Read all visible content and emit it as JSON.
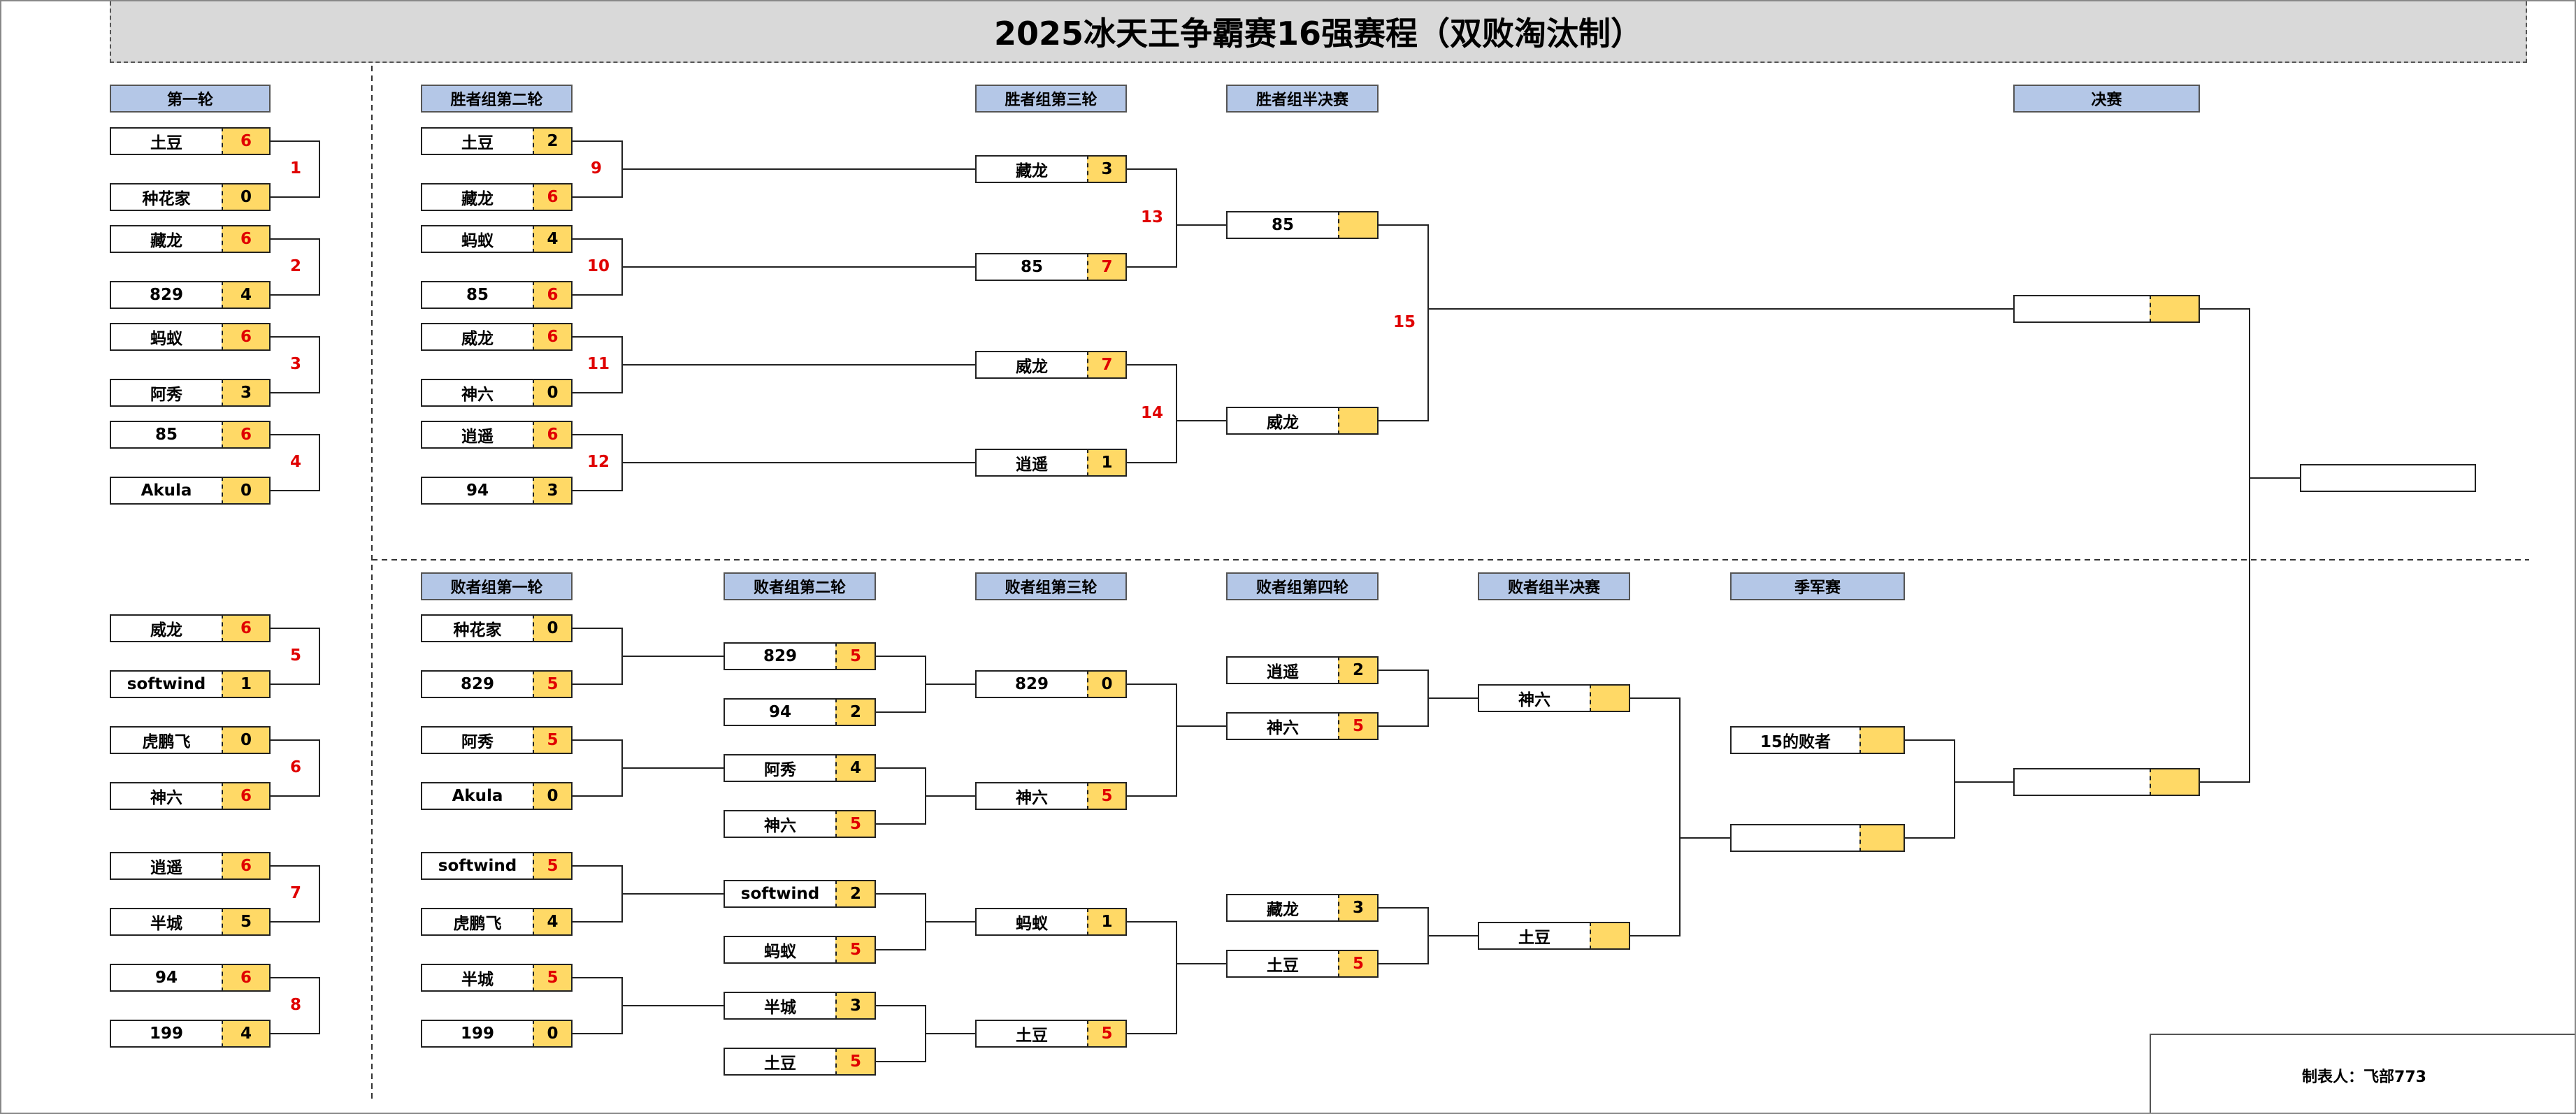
{
  "title": "2025冰天王争霸赛16强赛程（双败淘汰制）",
  "credit": "制表人：飞部773",
  "headers": {
    "r1": "第一轮",
    "wr2": "胜者组第二轮",
    "wr3": "胜者组第三轮",
    "wsf": "胜者组半决赛",
    "final": "决赛",
    "lr1": "败者组第一轮",
    "lr2": "败者组第二轮",
    "lr3": "败者组第三轮",
    "lr4": "败者组第四轮",
    "lsf": "败者组半决赛",
    "third": "季军赛"
  },
  "slots": [
    {
      "id": "r1_1a",
      "name": "土豆",
      "score": "6",
      "win": true
    },
    {
      "id": "r1_1b",
      "name": "种花家",
      "score": "0",
      "win": false
    },
    {
      "id": "r1_2a",
      "name": "藏龙",
      "score": "6",
      "win": true
    },
    {
      "id": "r1_2b",
      "name": "829",
      "score": "4",
      "win": false
    },
    {
      "id": "r1_3a",
      "name": "蚂蚁",
      "score": "6",
      "win": true
    },
    {
      "id": "r1_3b",
      "name": "阿秀",
      "score": "3",
      "win": false
    },
    {
      "id": "r1_4a",
      "name": "85",
      "score": "6",
      "win": true
    },
    {
      "id": "r1_4b",
      "name": "Akula",
      "score": "0",
      "win": false
    },
    {
      "id": "r1_5a",
      "name": "威龙",
      "score": "6",
      "win": true
    },
    {
      "id": "r1_5b",
      "name": "softwind",
      "score": "1",
      "win": false
    },
    {
      "id": "r1_6a",
      "name": "虎鹏飞",
      "score": "0",
      "win": false
    },
    {
      "id": "r1_6b",
      "name": "神六",
      "score": "6",
      "win": true
    },
    {
      "id": "r1_7a",
      "name": "逍遥",
      "score": "6",
      "win": true
    },
    {
      "id": "r1_7b",
      "name": "半城",
      "score": "5",
      "win": false
    },
    {
      "id": "r1_8a",
      "name": "94",
      "score": "6",
      "win": true
    },
    {
      "id": "r1_8b",
      "name": "199",
      "score": "4",
      "win": false
    },
    {
      "id": "wr2_9a",
      "name": "土豆",
      "score": "2",
      "win": false
    },
    {
      "id": "wr2_9b",
      "name": "藏龙",
      "score": "6",
      "win": true
    },
    {
      "id": "wr2_10a",
      "name": "蚂蚁",
      "score": "4",
      "win": false
    },
    {
      "id": "wr2_10b",
      "name": "85",
      "score": "6",
      "win": true
    },
    {
      "id": "wr2_11a",
      "name": "威龙",
      "score": "6",
      "win": true
    },
    {
      "id": "wr2_11b",
      "name": "神六",
      "score": "0",
      "win": false
    },
    {
      "id": "wr2_12a",
      "name": "逍遥",
      "score": "6",
      "win": true
    },
    {
      "id": "wr2_12b",
      "name": "94",
      "score": "3",
      "win": false
    },
    {
      "id": "wr3_13a",
      "name": "藏龙",
      "score": "3",
      "win": false
    },
    {
      "id": "wr3_13b",
      "name": "85",
      "score": "7",
      "win": true
    },
    {
      "id": "wr3_14a",
      "name": "威龙",
      "score": "7",
      "win": true
    },
    {
      "id": "wr3_14b",
      "name": "逍遥",
      "score": "1",
      "win": false
    },
    {
      "id": "wsf_a",
      "name": "85",
      "score": "",
      "win": false
    },
    {
      "id": "wsf_b",
      "name": "威龙",
      "score": "",
      "win": false
    },
    {
      "id": "final_a",
      "name": "",
      "score": "",
      "win": false
    },
    {
      "id": "final_b",
      "name": "",
      "score": "",
      "win": false
    },
    {
      "id": "lr1_1a",
      "name": "种花家",
      "score": "0",
      "win": false
    },
    {
      "id": "lr1_1b",
      "name": "829",
      "score": "5",
      "win": true
    },
    {
      "id": "lr1_2a",
      "name": "阿秀",
      "score": "5",
      "win": true
    },
    {
      "id": "lr1_2b",
      "name": "Akula",
      "score": "0",
      "win": false
    },
    {
      "id": "lr1_3a",
      "name": "softwind",
      "score": "5",
      "win": true
    },
    {
      "id": "lr1_3b",
      "name": "虎鹏飞",
      "score": "4",
      "win": false
    },
    {
      "id": "lr1_4a",
      "name": "半城",
      "score": "5",
      "win": true
    },
    {
      "id": "lr1_4b",
      "name": "199",
      "score": "0",
      "win": false
    },
    {
      "id": "lr2_1a",
      "name": "829",
      "score": "5",
      "win": true
    },
    {
      "id": "lr2_1b",
      "name": "94",
      "score": "2",
      "win": false
    },
    {
      "id": "lr2_2a",
      "name": "阿秀",
      "score": "4",
      "win": false
    },
    {
      "id": "lr2_2b",
      "name": "神六",
      "score": "5",
      "win": true
    },
    {
      "id": "lr2_3a",
      "name": "softwind",
      "score": "2",
      "win": false
    },
    {
      "id": "lr2_3b",
      "name": "蚂蚁",
      "score": "5",
      "win": true
    },
    {
      "id": "lr2_4a",
      "name": "半城",
      "score": "3",
      "win": false
    },
    {
      "id": "lr2_4b",
      "name": "土豆",
      "score": "5",
      "win": true
    },
    {
      "id": "lr3_1a",
      "name": "829",
      "score": "0",
      "win": false
    },
    {
      "id": "lr3_1b",
      "name": "神六",
      "score": "5",
      "win": true
    },
    {
      "id": "lr3_2a",
      "name": "蚂蚁",
      "score": "1",
      "win": false
    },
    {
      "id": "lr3_2b",
      "name": "土豆",
      "score": "5",
      "win": true
    },
    {
      "id": "lr4_1a",
      "name": "逍遥",
      "score": "2",
      "win": false
    },
    {
      "id": "lr4_1b",
      "name": "神六",
      "score": "5",
      "win": true
    },
    {
      "id": "lr4_2a",
      "name": "藏龙",
      "score": "3",
      "win": false
    },
    {
      "id": "lr4_2b",
      "name": "土豆",
      "score": "5",
      "win": true
    },
    {
      "id": "lsf_a",
      "name": "神六",
      "score": "",
      "win": false
    },
    {
      "id": "lsf_b",
      "name": "土豆",
      "score": "",
      "win": false
    },
    {
      "id": "third_a",
      "name": "15的败者",
      "score": "",
      "win": false
    },
    {
      "id": "third_b",
      "name": "",
      "score": "",
      "win": false
    },
    {
      "id": "gf_l",
      "name": "",
      "score": "",
      "win": false
    }
  ],
  "match_numbers": [
    "1",
    "2",
    "3",
    "4",
    "5",
    "6",
    "7",
    "8",
    "9",
    "10",
    "11",
    "12",
    "13",
    "14",
    "15"
  ]
}
